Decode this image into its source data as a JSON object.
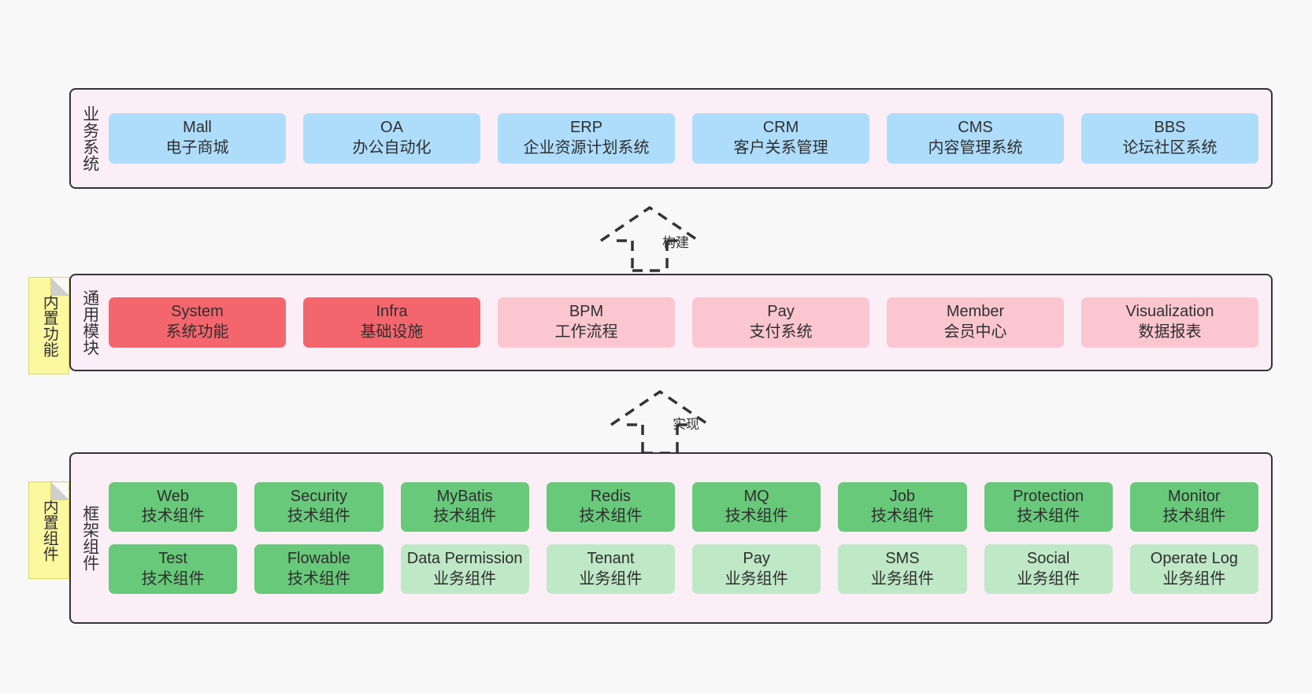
{
  "diagram": {
    "background": "#f8f8f8",
    "band_fill": "#fbeef7",
    "band_border": "#333333",
    "note_fill": "#fbf8a0"
  },
  "notes": [
    {
      "name": "builtin-functions",
      "text": "内置功能"
    },
    {
      "name": "builtin-components",
      "text": "内置组件"
    }
  ],
  "arrows": [
    {
      "name": "build",
      "label": "构建"
    },
    {
      "name": "implement",
      "label": "实现"
    }
  ],
  "bands": {
    "business": {
      "title": "业务系统",
      "color": "#aeddfb",
      "cards": [
        {
          "title": "Mall",
          "subtitle": "电子商城"
        },
        {
          "title": "OA",
          "subtitle": "办公自动化"
        },
        {
          "title": "ERP",
          "subtitle": "企业资源计划系统"
        },
        {
          "title": "CRM",
          "subtitle": "客户关系管理"
        },
        {
          "title": "CMS",
          "subtitle": "内容管理系统"
        },
        {
          "title": "BBS",
          "subtitle": "论坛社区系统"
        }
      ]
    },
    "common": {
      "title": "通用模块",
      "color_strong": "#f4666e",
      "color_light": "#fbc6cf",
      "cards": [
        {
          "title": "System",
          "subtitle": "系统功能",
          "tone": "strong"
        },
        {
          "title": "Infra",
          "subtitle": "基础设施",
          "tone": "strong"
        },
        {
          "title": "BPM",
          "subtitle": "工作流程",
          "tone": "light"
        },
        {
          "title": "Pay",
          "subtitle": "支付系统",
          "tone": "light"
        },
        {
          "title": "Member",
          "subtitle": "会员中心",
          "tone": "light"
        },
        {
          "title": "Visualization",
          "subtitle": "数据报表",
          "tone": "light"
        }
      ]
    },
    "framework": {
      "title": "框架组件",
      "color_strong": "#68c97a",
      "color_light": "#bfe8c6",
      "row1": [
        {
          "title": "Web",
          "subtitle": "技术组件",
          "tone": "strong"
        },
        {
          "title": "Security",
          "subtitle": "技术组件",
          "tone": "strong"
        },
        {
          "title": "MyBatis",
          "subtitle": "技术组件",
          "tone": "strong"
        },
        {
          "title": "Redis",
          "subtitle": "技术组件",
          "tone": "strong"
        },
        {
          "title": "MQ",
          "subtitle": "技术组件",
          "tone": "strong"
        },
        {
          "title": "Job",
          "subtitle": "技术组件",
          "tone": "strong"
        },
        {
          "title": "Protection",
          "subtitle": "技术组件",
          "tone": "strong"
        },
        {
          "title": "Monitor",
          "subtitle": "技术组件",
          "tone": "strong"
        }
      ],
      "row2": [
        {
          "title": "Test",
          "subtitle": "技术组件",
          "tone": "strong"
        },
        {
          "title": "Flowable",
          "subtitle": "技术组件",
          "tone": "strong"
        },
        {
          "title": "Data Permission",
          "subtitle": "业务组件",
          "tone": "light"
        },
        {
          "title": "Tenant",
          "subtitle": "业务组件",
          "tone": "light"
        },
        {
          "title": "Pay",
          "subtitle": "业务组件",
          "tone": "light"
        },
        {
          "title": "SMS",
          "subtitle": "业务组件",
          "tone": "light"
        },
        {
          "title": "Social",
          "subtitle": "业务组件",
          "tone": "light"
        },
        {
          "title": "Operate Log",
          "subtitle": "业务组件",
          "tone": "light"
        }
      ]
    }
  }
}
